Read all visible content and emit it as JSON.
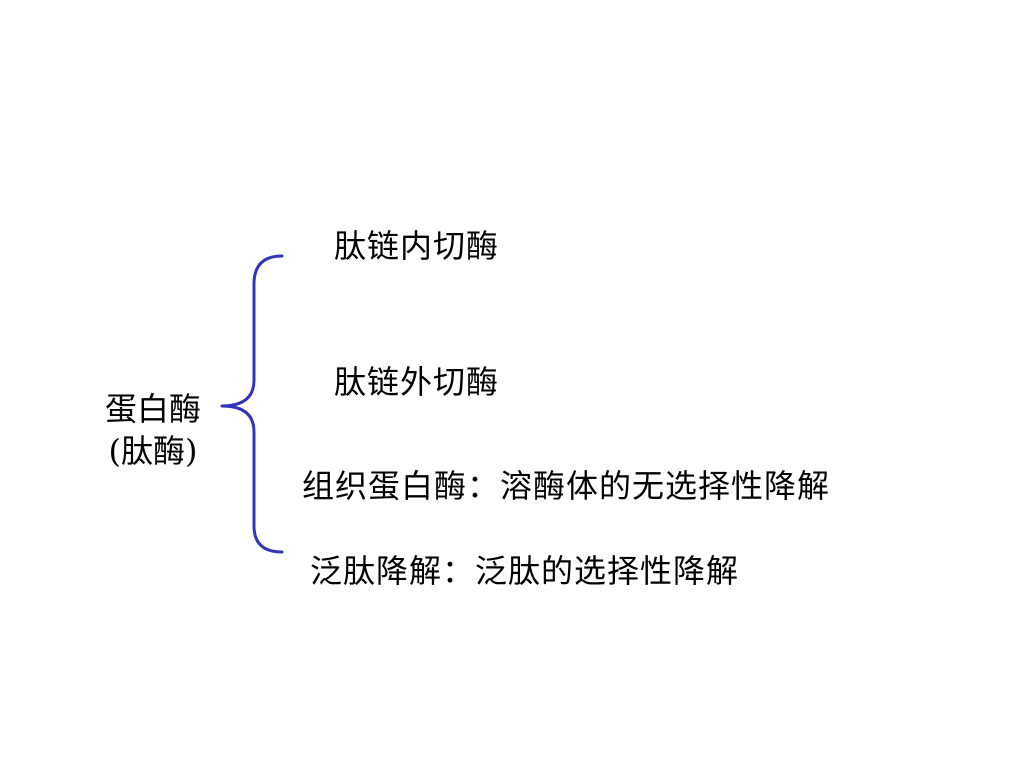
{
  "root": {
    "line1": "蛋白酶",
    "line2": "(肽酶)"
  },
  "branches": [
    {
      "text": "肽链内切酶"
    },
    {
      "text": "肽链外切酶"
    },
    {
      "text": "组织蛋白酶：溶酶体的无选择性降解"
    },
    {
      "text": "泛肽降解：泛肽的选择性降解"
    }
  ],
  "colors": {
    "brace": "#3333bb",
    "text": "#000000",
    "background": "#ffffff"
  }
}
